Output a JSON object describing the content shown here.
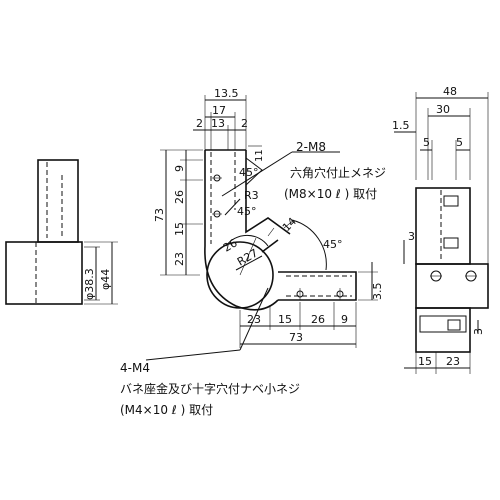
{
  "left_view": {
    "diameter_outer": "φ44",
    "diameter_inner": "φ38.3"
  },
  "front_view": {
    "top_dims": [
      "13.5",
      "17",
      "2",
      "13",
      "2"
    ],
    "left_dims": [
      "9",
      "26",
      "15",
      "23"
    ],
    "overall_height": "73",
    "radius_small": "R3",
    "angle_upper": "45°",
    "angle_mid": "45°",
    "radius_large": "R27",
    "dim_26": "26",
    "dim_14": "14",
    "angle_right": "45°",
    "dim_35": "3.5",
    "bottom_dims": [
      "23",
      "15",
      "26",
      "9"
    ],
    "overall_width": "73",
    "dim_11": "11"
  },
  "notes": {
    "callout_m8": "2-M8",
    "m8_line1": "六角穴付止メネジ",
    "m8_line2": "(M8×10 ℓ ) 取付",
    "callout_m4": "4-M4",
    "m4_line1": "バネ座金及び十字穴付ナベ小ネジ",
    "m4_line2": "(M4×10 ℓ ) 取付"
  },
  "side_view": {
    "dims_top": [
      "48",
      "30",
      "1.5",
      "5",
      "5"
    ],
    "dim_3": "3",
    "dim_3b": "3",
    "bottom_dims": [
      "15",
      "23"
    ]
  }
}
